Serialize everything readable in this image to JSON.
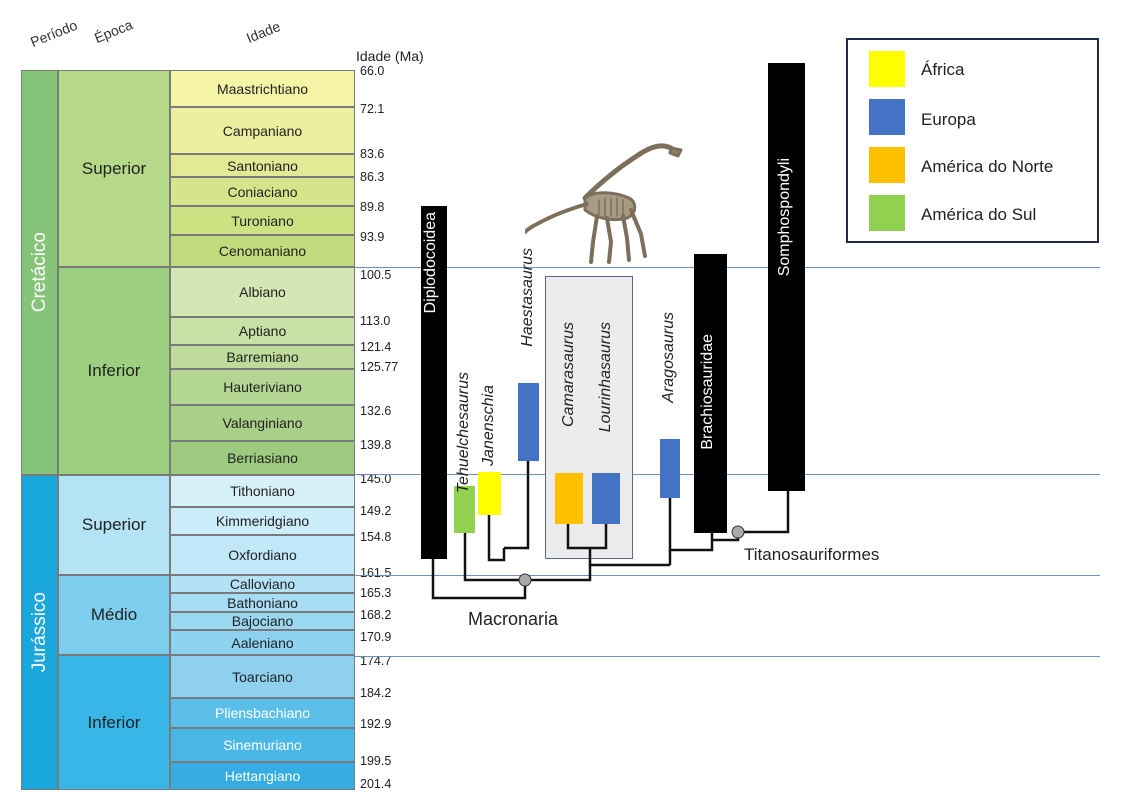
{
  "headers": {
    "period": "Período",
    "epoch": "Época",
    "age": "Idade",
    "age_ma": "Idade (Ma)"
  },
  "periods": [
    {
      "name": "Cretácico",
      "color": "#86c47a"
    },
    {
      "name": "Jurássico",
      "color": "#1aa7dc"
    }
  ],
  "epochs": [
    {
      "name": "Superior",
      "color": "#b5d989"
    },
    {
      "name": "Inferior",
      "color": "#9ccf80"
    },
    {
      "name": "Superior",
      "color": "#b4e3f5"
    },
    {
      "name": "Médio",
      "color": "#7dcdee"
    },
    {
      "name": "Inferior",
      "color": "#38b6e8"
    }
  ],
  "ages": [
    {
      "name": "Maastrichtiano",
      "color": "#f5f3a6"
    },
    {
      "name": "Campaniano",
      "color": "#ecefa0"
    },
    {
      "name": "Santoniano",
      "color": "#e1eb95"
    },
    {
      "name": "Coniaciano",
      "color": "#d6e58c"
    },
    {
      "name": "Turoniano",
      "color": "#cde183"
    },
    {
      "name": "Cenomaniano",
      "color": "#c1dc7c"
    },
    {
      "name": "Albiano",
      "color": "#d4e6b4"
    },
    {
      "name": "Aptiano",
      "color": "#c8e1a6"
    },
    {
      "name": "Barremiano",
      "color": "#bedb9c"
    },
    {
      "name": "Hauteriviano",
      "color": "#b4d693"
    },
    {
      "name": "Valanginiano",
      "color": "#a8d089"
    },
    {
      "name": "Berriasiano",
      "color": "#9ccb80"
    },
    {
      "name": "Tithoniano",
      "color": "#d7f1fb"
    },
    {
      "name": "Kimmeridgiano",
      "color": "#cbecf9"
    },
    {
      "name": "Oxfordiano",
      "color": "#c0e8f8"
    },
    {
      "name": "Calloviano",
      "color": "#b3e2f6"
    },
    {
      "name": "Bathoniano",
      "color": "#a6ddf4"
    },
    {
      "name": "Bajociano",
      "color": "#9ad8f2"
    },
    {
      "name": "Aaleniano",
      "color": "#8dd3f0"
    },
    {
      "name": "Toarciano",
      "color": "#8fd0ee"
    },
    {
      "name": "Pliensbachiano",
      "color": "#5bbfe9"
    },
    {
      "name": "Sinemuriano",
      "color": "#4ab8e6"
    },
    {
      "name": "Hettangiano",
      "color": "#35ade3"
    }
  ],
  "ticks": [
    "66.0",
    "72.1",
    "83.6",
    "86.3",
    "89.8",
    "93.9",
    "100.5",
    "113.0",
    "121.4",
    "125.77",
    "132.6",
    "139.8",
    "145.0",
    "149.2",
    "154.8",
    "161.5",
    "165.3",
    "168.2",
    "170.9",
    "174.7",
    "184.2",
    "192.9",
    "199.5",
    "201.4"
  ],
  "taxa": {
    "diplodocoidea": "Diplodocoidea",
    "tehuelchesaurus": "Tehuelchesaurus",
    "janenschia": "Janenschia",
    "haestasaurus": "Haestasaurus",
    "camarasaurus": "Camarasaurus",
    "lourinhasaurus": "Lourinhasaurus",
    "aragosaurus": "Aragosaurus",
    "brachiosauridae": "Brachiosauridae",
    "somphospondyli": "Somphospondyli"
  },
  "clades": {
    "macronaria": "Macronaria",
    "titanosauriformes": "Titanosauriformes"
  },
  "legend": [
    {
      "label": "África",
      "color": "#ffff00"
    },
    {
      "label": "Europa",
      "color": "#4472c4"
    },
    {
      "label": "América do Norte",
      "color": "#ffc000"
    },
    {
      "label": "América do Sul",
      "color": "#92d050"
    }
  ],
  "colors": {
    "bar_black": "#000000",
    "boundary_line": "#6f8fbf",
    "node": "#aaaaaa"
  },
  "icons": {
    "dinosaur": "sauropod-skeleton-icon"
  }
}
